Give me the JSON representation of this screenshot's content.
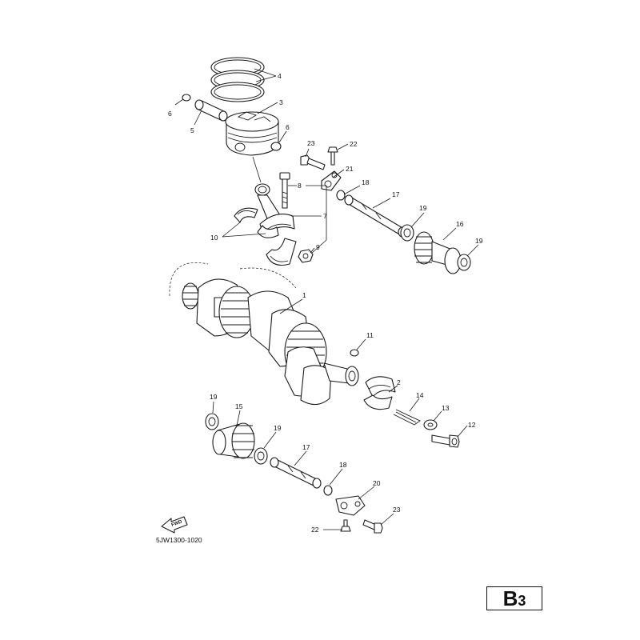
{
  "diagram": {
    "part_code": "5JW1300-1020",
    "direction_label": "FWD",
    "page_badge": {
      "letter": "B",
      "number": "3"
    },
    "callouts": {
      "c1": "1",
      "c2": "2",
      "c3": "3",
      "c4": "4",
      "c5": "5",
      "c6a": "6",
      "c6b": "6",
      "c7": "7",
      "c8": "8",
      "c9": "9",
      "c10": "10",
      "c11": "11",
      "c12": "12",
      "c13": "13",
      "c14": "14",
      "c15": "15",
      "c16": "16",
      "c17a": "17",
      "c17b": "17",
      "c18a": "18",
      "c18b": "18",
      "c19a": "19",
      "c19b": "19",
      "c19c": "19",
      "c19d": "19",
      "c20": "20",
      "c21": "21",
      "c22a": "22",
      "c22b": "22",
      "c23a": "23",
      "c23b": "23"
    }
  }
}
